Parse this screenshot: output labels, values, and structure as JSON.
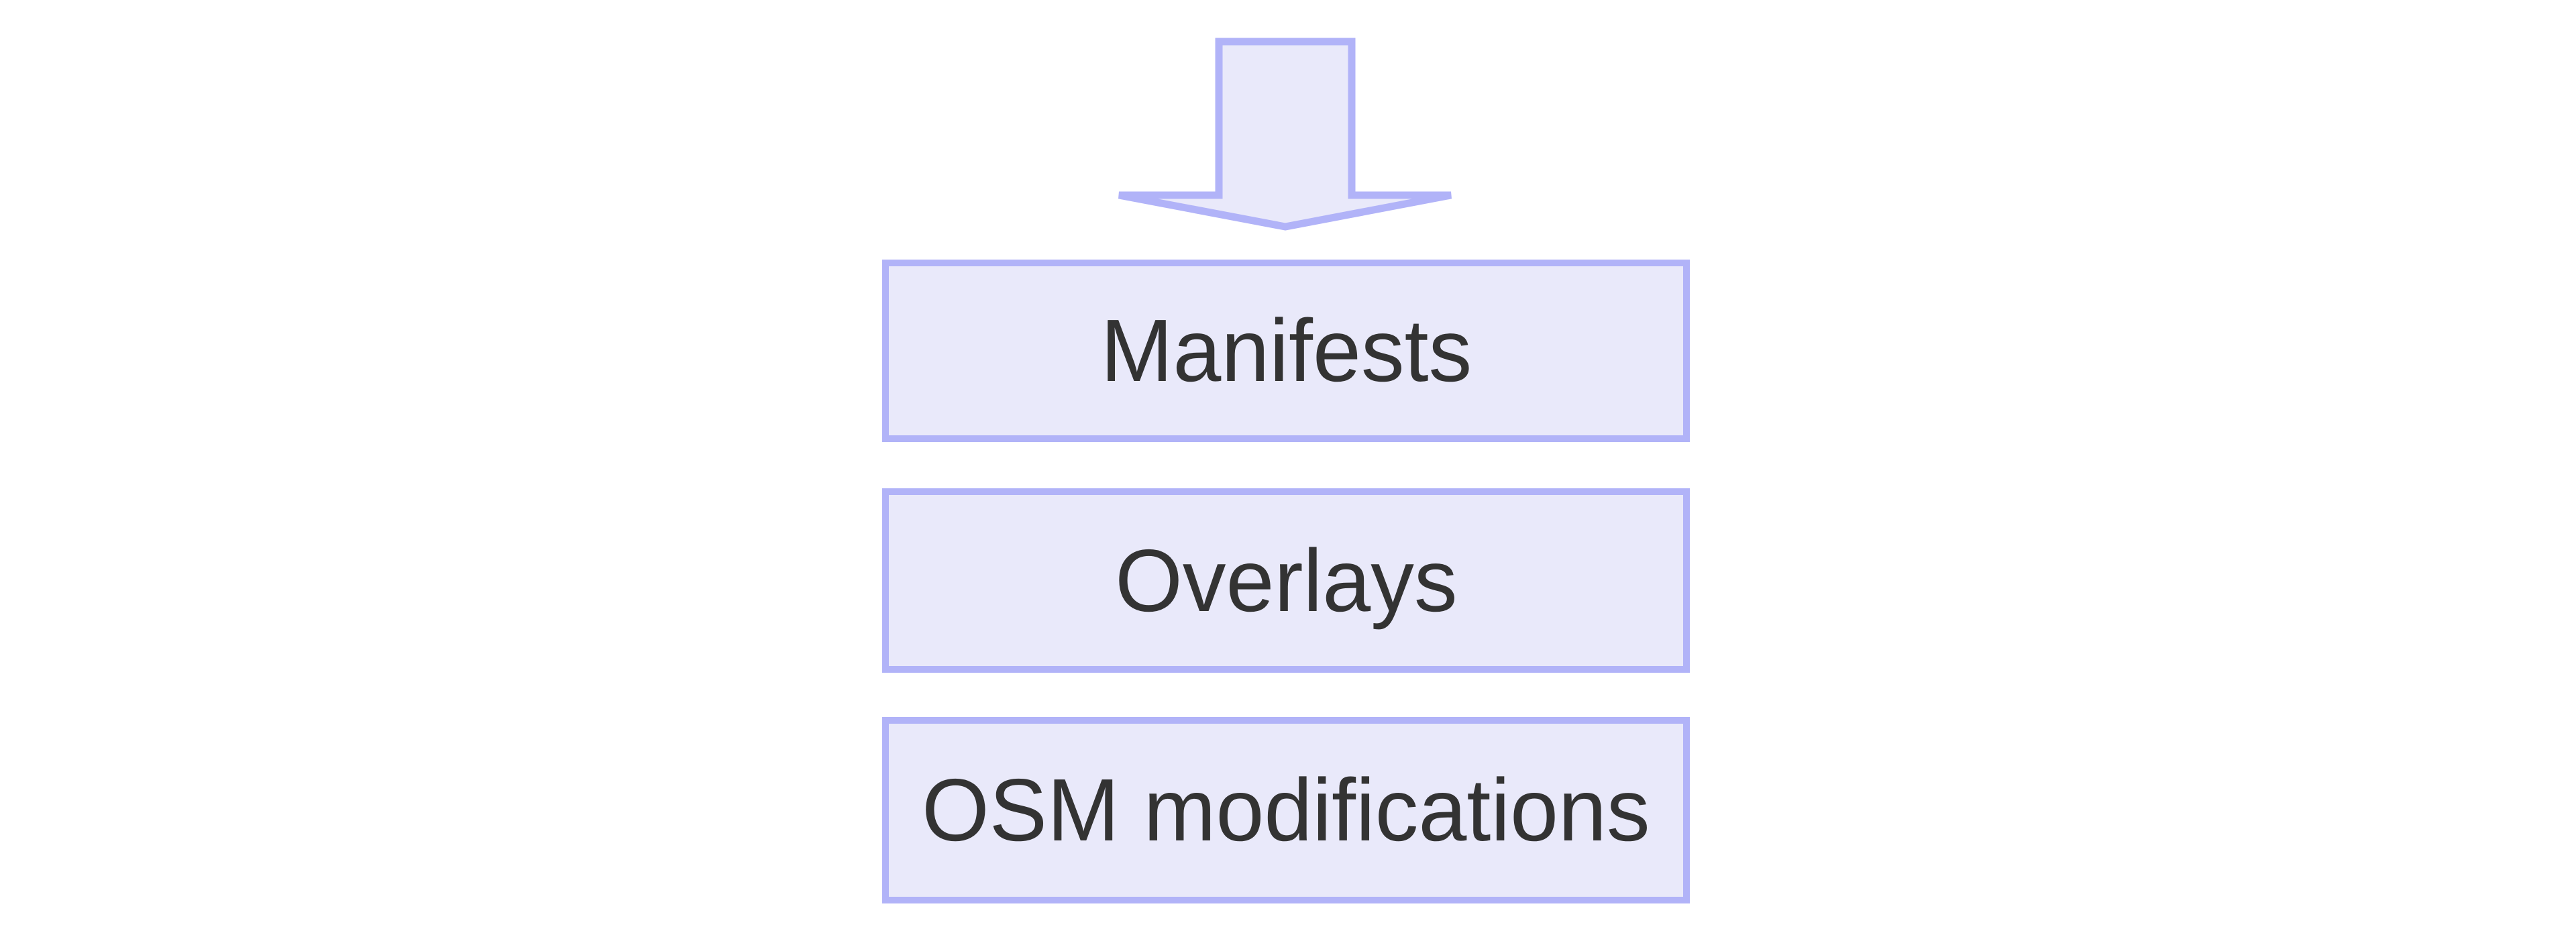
{
  "diagram": {
    "title": "Stacked node diagram with downward arrow",
    "background_color": "#ffffff",
    "node_fill_color": "#e9e9fa",
    "node_border_color": "#b1b3f8",
    "node_text_color": "#333333",
    "arrow": {
      "icon": "down-arrow-icon",
      "direction": "down",
      "fill_color": "#e9e9fa",
      "border_color": "#b1b3f8"
    },
    "nodes": [
      {
        "id": "manifests",
        "label": "Manifests"
      },
      {
        "id": "overlays",
        "label": "Overlays"
      },
      {
        "id": "osm-modifications",
        "label": "OSM modifications"
      }
    ]
  }
}
